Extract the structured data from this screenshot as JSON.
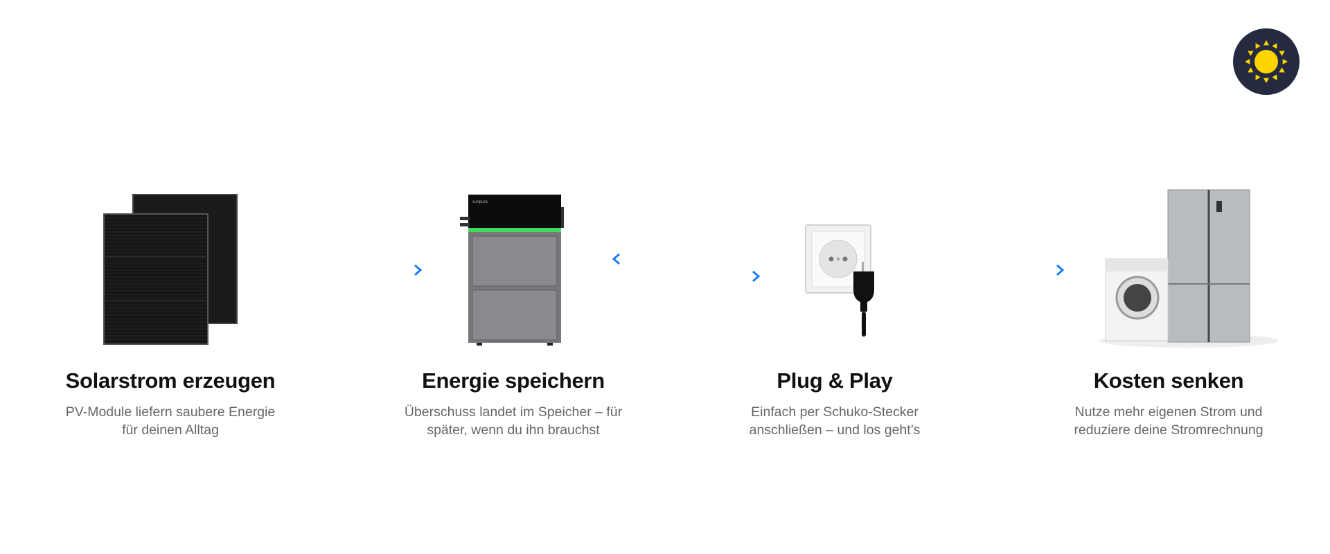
{
  "theme_toggle": {
    "icon": "sun-icon",
    "bg": "#252a40",
    "sun": "#ffd500"
  },
  "colors": {
    "arrow_start": "#1ed67c",
    "arrow_end": "#1a7df0"
  },
  "steps": [
    {
      "title": "Solarstrom erzeugen",
      "text": [
        "PV-Module liefern saubere Energie",
        "für deinen Alltag"
      ],
      "image": "solar-panels"
    },
    {
      "title": "Energie speichern",
      "text": [
        "Überschuss landet im Speicher – für",
        "später, wenn du ihn brauchst"
      ],
      "image": "battery-storage",
      "brand": "sunpura"
    },
    {
      "title": "Plug & Play",
      "text": [
        "Einfach per Schuko-Stecker",
        "anschließen – und los geht’s"
      ],
      "image": "schuko-socket-plug"
    },
    {
      "title": "Kosten senken",
      "text": [
        "Nutze mehr eigenen Strom und",
        "reduziere deine Stromrechnung"
      ],
      "image": "home-appliances"
    }
  ]
}
